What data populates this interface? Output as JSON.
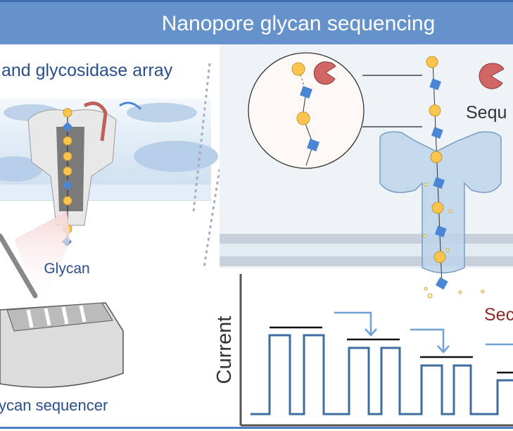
{
  "header": {
    "title": "Nanopore glycan sequencing"
  },
  "left_panel": {
    "array_label": "and glycosidase array",
    "glycan_label": "Glycan",
    "device_label": "ycan sequencer"
  },
  "right_panel": {
    "enzyme_label": "Sequ",
    "signal_label": "Sec",
    "y_axis_label": "Current"
  },
  "colors": {
    "header": "#6592CB",
    "text_blue": "#2A4F8A",
    "text_red": "#8B2A2A",
    "galactose_circle": "#F9C54E",
    "glcnac_square": "#4A86D4",
    "enzyme": "#D06666",
    "trace": "#3E6E9E"
  }
}
